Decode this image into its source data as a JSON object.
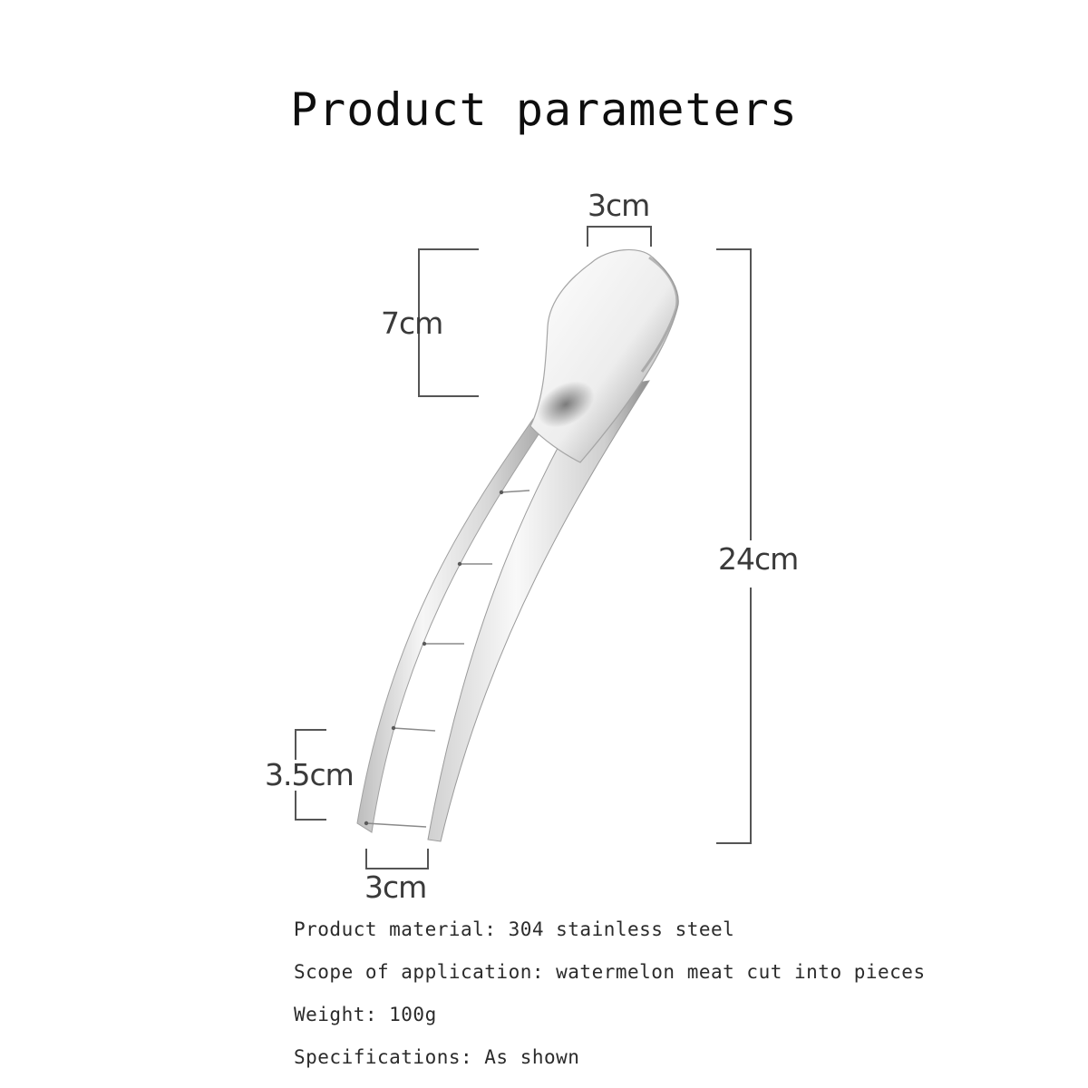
{
  "title": "Product parameters",
  "dimensions": {
    "top_width": "3cm",
    "head_length": "7cm",
    "total_length": "24cm",
    "tip_width": "3.5cm",
    "bottom_width": "3cm"
  },
  "specs": [
    "Product material: 304 stainless steel",
    "Scope of application: watermelon meat cut into pieces",
    "Weight: 100g",
    "Specifications: As shown"
  ],
  "colors": {
    "text": "#1a1a1a",
    "dimension_lines": "#555555",
    "steel_light": "#f4f4f4",
    "steel_dark": "#9a9a9a"
  }
}
